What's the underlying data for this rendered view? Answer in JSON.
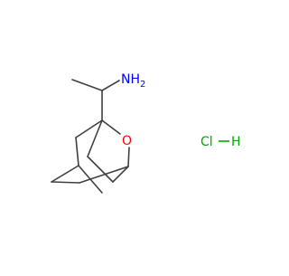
{
  "molecule": {
    "labels": {
      "amine": {
        "main": "NH",
        "subscript": "2",
        "color": "#0000ff"
      },
      "ether_oxygen": {
        "text": "O",
        "color": "#ff0000"
      },
      "salt": {
        "cl": "Cl",
        "h": "H",
        "color": "#00aa00"
      }
    },
    "bond_color": "#404040"
  }
}
